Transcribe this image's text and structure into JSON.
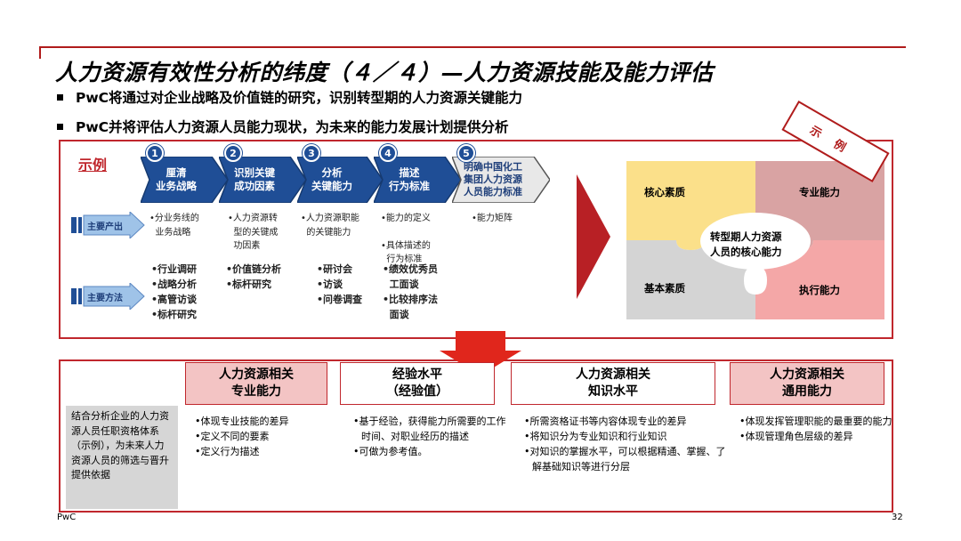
{
  "title": "人力资源有效性分析的纬度（４／４）—人力资源技能及能力评估",
  "bullets": [
    "PwC将通过对企业战略及价值链的研究，识别转型期的人力资源关键能力",
    "PwC并将评估人力资源人员能力现状，为未来的能力发展计划提供分析"
  ],
  "stamp": "示例",
  "example_label": "示例",
  "steps": [
    {
      "num": "1",
      "label": "厘清\n业务战略"
    },
    {
      "num": "2",
      "label": "识别关键\n成功因素"
    },
    {
      "num": "3",
      "label": "分析\n关键能力"
    },
    {
      "num": "4",
      "label": "描述\n行为标准"
    },
    {
      "num": "5",
      "label": "明确中国化工\n集团人力资源\n人员能力标准"
    }
  ],
  "row_labels": {
    "output": "主要产出",
    "method": "主要方法"
  },
  "outputs": [
    [
      "•分业务线的",
      "  业务战略"
    ],
    [
      "•人力资源转",
      "  型的关键成",
      "  功因素"
    ],
    [
      "•人力资源职能",
      "  的关键能力"
    ],
    [
      "•能力的定义",
      "",
      "•具体描述的",
      "  行为标准"
    ],
    [
      "•能力矩阵"
    ]
  ],
  "methods": [
    [
      "•行业调研",
      "•战略分析",
      "•高管访谈",
      "•标杆研究"
    ],
    [
      "•价值链分析",
      "•标杆研究"
    ],
    [
      "•研讨会",
      "•访谈",
      "•问卷调查"
    ],
    [
      "•绩效优秀员",
      "  工面谈",
      "•比较排序法",
      "  面谈"
    ]
  ],
  "puzzle": {
    "core_quality": "核心素质",
    "professional": "专业能力",
    "basic_quality": "基本素质",
    "execution": "执行能力",
    "center": [
      "转型期人力资源",
      "人员的核心能力"
    ]
  },
  "colors": {
    "accent_red": "#c0272d",
    "step_blue": "#1f4e96",
    "puzzle_yellow": "#fbe08a",
    "puzzle_rose": "#d9a3a3",
    "puzzle_grey": "#d4d4d4",
    "puzzle_pink": "#f4a7a7"
  },
  "left_note": "结合分析企业的人力资源人员任职资格体系（示例），为未来人力资源人员的筛选与晋升提供依据",
  "columns": [
    {
      "head": [
        "人力资源相关",
        "专业能力"
      ],
      "items": [
        "•体现专业技能的差异",
        "•定义不同的要素",
        "•定义行为描述"
      ]
    },
    {
      "head": [
        "经验水平",
        "（经验值）"
      ],
      "items": [
        "•基于经验，获得能力所需要的工作时间、对职业经历的描述",
        "•可做为参考值。"
      ]
    },
    {
      "head": [
        "人力资源相关",
        "知识水平"
      ],
      "items": [
        "•所需资格证书等内容体现专业的差异",
        "•将知识分为专业知识和行业知识",
        "•对知识的掌握水平，可以根据精通、掌握、了解基础知识等进行分层"
      ]
    },
    {
      "head": [
        "人力资源相关",
        "通用能力"
      ],
      "items": [
        "•体现发挥管理职能的最重要的能力",
        "•体现管理角色层级的差异"
      ]
    }
  ],
  "footer": {
    "left": "PwC",
    "page": "32"
  }
}
